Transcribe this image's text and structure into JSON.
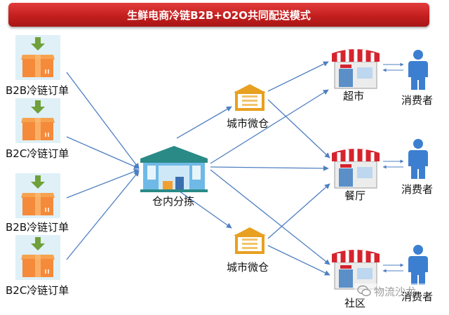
{
  "title": "生鲜电商冷链B2B+O2O共同配送模式",
  "orders": [
    {
      "label": "B2B冷链订单"
    },
    {
      "label": "B2C冷链订单"
    },
    {
      "label": "B2B冷链订单"
    },
    {
      "label": "B2C冷链订单"
    }
  ],
  "hub": {
    "label": "仓内分拣"
  },
  "micro_warehouses": [
    {
      "label": "城市微仓"
    },
    {
      "label": "城市微仓"
    }
  ],
  "outlets": [
    {
      "label": "超市"
    },
    {
      "label": "餐厅"
    },
    {
      "label": "社区"
    }
  ],
  "consumers": [
    {
      "label": "消费者"
    },
    {
      "label": "消费者"
    },
    {
      "label": "消费者"
    }
  ],
  "watermark": "物流沙龙",
  "colors": {
    "title_red": "#c41f1f",
    "arrow_blue": "#4f7fc1",
    "box_orange": "#f58a3a",
    "arrow_green": "#6fa03a",
    "warehouse_gold": "#e8a020",
    "consumer_blue": "#3c7fd0",
    "awning_red": "#d5242e"
  }
}
